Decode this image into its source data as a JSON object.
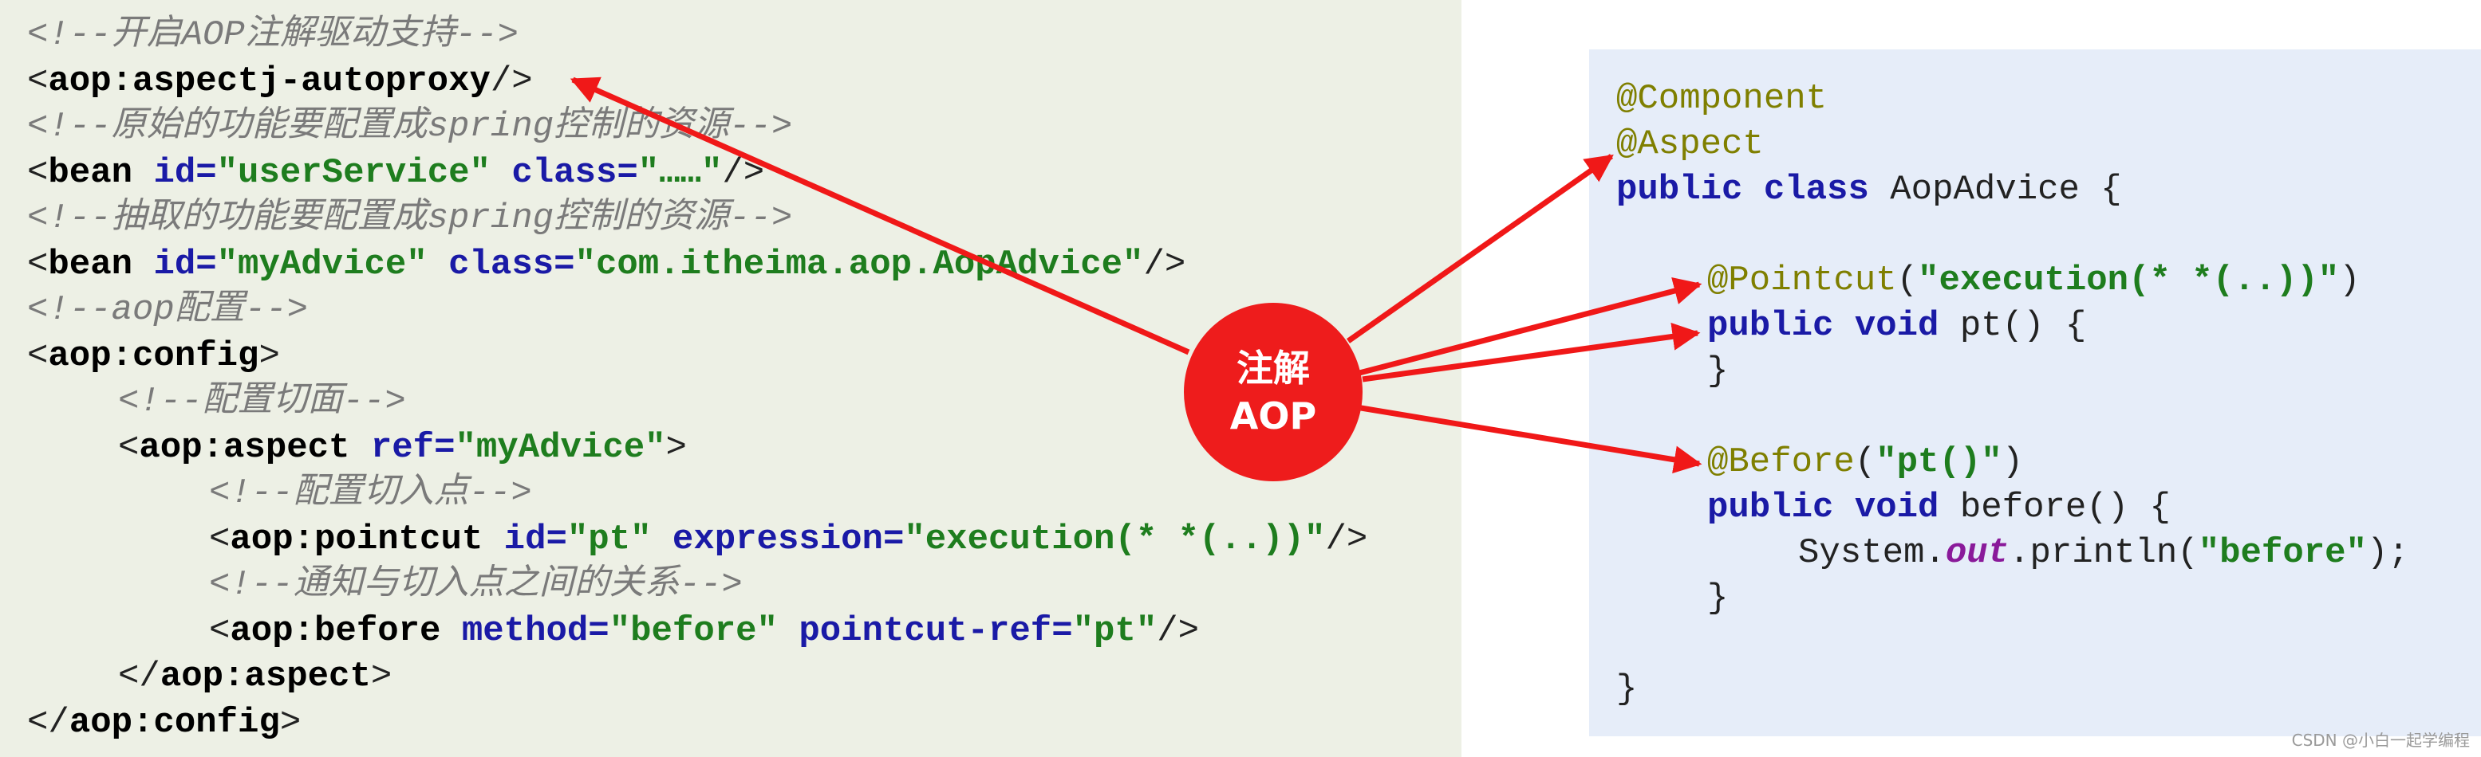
{
  "xml_code": {
    "lines": [
      {
        "indent": 0,
        "tokens": [
          {
            "cls": "comment",
            "text": "<!--开启AOP注解驱动支持-->"
          }
        ]
      },
      {
        "indent": 0,
        "tokens": [
          {
            "cls": "t",
            "text": "<"
          },
          {
            "cls": "tagname",
            "text": "aop:aspectj-autoproxy"
          },
          {
            "cls": "t",
            "text": "/>"
          }
        ]
      },
      {
        "indent": 0,
        "tokens": [
          {
            "cls": "comment",
            "text": "<!--原始的功能要配置成spring控制的资源-->"
          }
        ]
      },
      {
        "indent": 0,
        "tokens": [
          {
            "cls": "t",
            "text": "<"
          },
          {
            "cls": "tagname",
            "text": "bean"
          },
          {
            "cls": "t",
            "text": " "
          },
          {
            "cls": "attr",
            "text": "id="
          },
          {
            "cls": "str",
            "text": "\"userService\""
          },
          {
            "cls": "t",
            "text": " "
          },
          {
            "cls": "attr",
            "text": "class="
          },
          {
            "cls": "str",
            "text": "\"……\""
          },
          {
            "cls": "t",
            "text": "/>"
          }
        ]
      },
      {
        "indent": 0,
        "tokens": [
          {
            "cls": "comment",
            "text": "<!--抽取的功能要配置成spring控制的资源-->"
          }
        ]
      },
      {
        "indent": 0,
        "tokens": [
          {
            "cls": "t",
            "text": "<"
          },
          {
            "cls": "tagname",
            "text": "bean"
          },
          {
            "cls": "t",
            "text": " "
          },
          {
            "cls": "attr",
            "text": "id="
          },
          {
            "cls": "str",
            "text": "\"myAdvice\""
          },
          {
            "cls": "t",
            "text": " "
          },
          {
            "cls": "attr",
            "text": "class="
          },
          {
            "cls": "str",
            "text": "\"com.itheima.aop.AopAdvice\""
          },
          {
            "cls": "t",
            "text": "/>"
          }
        ]
      },
      {
        "indent": 0,
        "tokens": [
          {
            "cls": "comment",
            "text": "<!--aop配置-->"
          }
        ]
      },
      {
        "indent": 0,
        "tokens": [
          {
            "cls": "t",
            "text": "<"
          },
          {
            "cls": "tagname",
            "text": "aop:config"
          },
          {
            "cls": "t",
            "text": ">"
          }
        ]
      },
      {
        "indent": 1,
        "tokens": [
          {
            "cls": "comment",
            "text": "<!--配置切面-->"
          }
        ]
      },
      {
        "indent": 1,
        "tokens": [
          {
            "cls": "t",
            "text": "<"
          },
          {
            "cls": "tagname",
            "text": "aop:aspect"
          },
          {
            "cls": "t",
            "text": " "
          },
          {
            "cls": "attr",
            "text": "ref="
          },
          {
            "cls": "str",
            "text": "\"myAdvice\""
          },
          {
            "cls": "t",
            "text": ">"
          }
        ]
      },
      {
        "indent": 2,
        "tokens": [
          {
            "cls": "comment",
            "text": "<!--配置切入点-->"
          }
        ]
      },
      {
        "indent": 2,
        "tokens": [
          {
            "cls": "t",
            "text": "<"
          },
          {
            "cls": "tagname",
            "text": "aop:pointcut"
          },
          {
            "cls": "t",
            "text": " "
          },
          {
            "cls": "attr",
            "text": "id="
          },
          {
            "cls": "str",
            "text": "\"pt\""
          },
          {
            "cls": "t",
            "text": " "
          },
          {
            "cls": "attr",
            "text": "expression="
          },
          {
            "cls": "str",
            "text": "\"execution(* *(..))\""
          },
          {
            "cls": "t",
            "text": "/>"
          }
        ]
      },
      {
        "indent": 2,
        "tokens": [
          {
            "cls": "comment",
            "text": "<!--通知与切入点之间的关系-->"
          }
        ]
      },
      {
        "indent": 2,
        "tokens": [
          {
            "cls": "t",
            "text": "<"
          },
          {
            "cls": "tagname",
            "text": "aop:before"
          },
          {
            "cls": "t",
            "text": " "
          },
          {
            "cls": "attr",
            "text": "method="
          },
          {
            "cls": "str",
            "text": "\"before\""
          },
          {
            "cls": "t",
            "text": " "
          },
          {
            "cls": "attr",
            "text": "pointcut-ref="
          },
          {
            "cls": "str",
            "text": "\"pt\""
          },
          {
            "cls": "t",
            "text": "/>"
          }
        ]
      },
      {
        "indent": 1,
        "tokens": [
          {
            "cls": "t",
            "text": "</"
          },
          {
            "cls": "tagname",
            "text": "aop:aspect"
          },
          {
            "cls": "t",
            "text": ">"
          }
        ]
      },
      {
        "indent": 0,
        "tokens": [
          {
            "cls": "t",
            "text": "</"
          },
          {
            "cls": "tagname",
            "text": "aop:config"
          },
          {
            "cls": "t",
            "text": ">"
          }
        ]
      }
    ]
  },
  "java_code": {
    "lines": [
      {
        "indent": 0,
        "tokens": [
          {
            "cls": "anno",
            "text": "@Component"
          }
        ]
      },
      {
        "indent": 0,
        "tokens": [
          {
            "cls": "anno",
            "text": "@Aspect"
          }
        ]
      },
      {
        "indent": 0,
        "tokens": [
          {
            "cls": "kw",
            "text": "public class"
          },
          {
            "cls": "t",
            "text": " AopAdvice {"
          }
        ]
      },
      {
        "indent": 0,
        "tokens": []
      },
      {
        "indent": 1,
        "tokens": [
          {
            "cls": "anno",
            "text": "@Pointcut"
          },
          {
            "cls": "t",
            "text": "("
          },
          {
            "cls": "str",
            "text": "\"execution(* *(..))\""
          },
          {
            "cls": "t",
            "text": ")"
          }
        ]
      },
      {
        "indent": 1,
        "tokens": [
          {
            "cls": "kw",
            "text": "public void"
          },
          {
            "cls": "t",
            "text": " pt() {"
          }
        ]
      },
      {
        "indent": 1,
        "tokens": [
          {
            "cls": "t",
            "text": "}"
          }
        ]
      },
      {
        "indent": 0,
        "tokens": []
      },
      {
        "indent": 1,
        "tokens": [
          {
            "cls": "anno",
            "text": "@Before"
          },
          {
            "cls": "t",
            "text": "("
          },
          {
            "cls": "str",
            "text": "\"pt()\""
          },
          {
            "cls": "t",
            "text": ")"
          }
        ]
      },
      {
        "indent": 1,
        "tokens": [
          {
            "cls": "kw",
            "text": "public void"
          },
          {
            "cls": "t",
            "text": " before() {"
          }
        ]
      },
      {
        "indent": 2,
        "tokens": [
          {
            "cls": "t",
            "text": "System."
          },
          {
            "cls": "ital",
            "text": "out"
          },
          {
            "cls": "t",
            "text": ".println("
          },
          {
            "cls": "str",
            "text": "\"before\""
          },
          {
            "cls": "t",
            "text": ");"
          }
        ]
      },
      {
        "indent": 1,
        "tokens": [
          {
            "cls": "t",
            "text": "}"
          }
        ]
      },
      {
        "indent": 0,
        "tokens": []
      },
      {
        "indent": 0,
        "tokens": [
          {
            "cls": "t",
            "text": "}"
          }
        ]
      }
    ]
  },
  "badge": {
    "line1": "注解",
    "line2": "AOP"
  },
  "watermark": "CSDN @小白一起学编程",
  "colors": {
    "arrow": "#f01818",
    "badge": "#ee1c1c"
  }
}
